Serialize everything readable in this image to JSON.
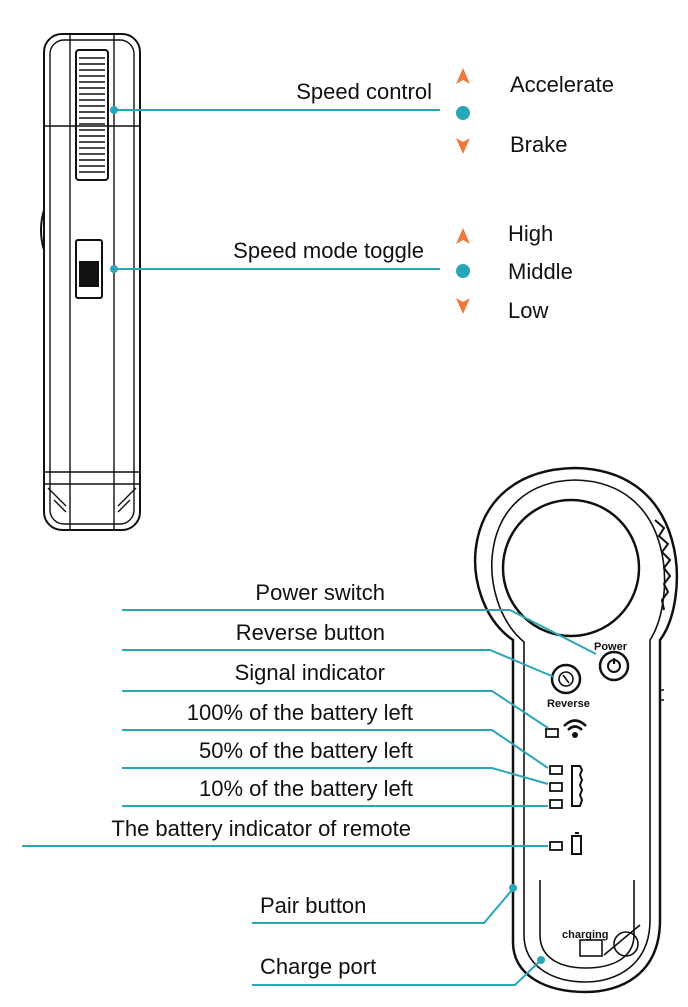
{
  "colors": {
    "leader": "#2aa6b8",
    "accent_up": "#f07a3a",
    "accent_dot": "#2aa6b8",
    "outline": "#111111"
  },
  "top_labels": {
    "speed_control": "Speed control",
    "speed_mode_toggle": "Speed mode toggle"
  },
  "speed_control_options": [
    {
      "icon": "up-arrow-icon",
      "label": "Accelerate"
    },
    {
      "icon": "dot-icon",
      "label": ""
    },
    {
      "icon": "down-arrow-icon",
      "label": "Brake"
    }
  ],
  "speed_mode_options": [
    {
      "icon": "up-arrow-icon",
      "label": "High"
    },
    {
      "icon": "dot-icon",
      "label": "Middle"
    },
    {
      "icon": "down-arrow-icon",
      "label": "Low"
    }
  ],
  "bottom_labels": {
    "power_switch": "Power switch",
    "reverse_button": "Reverse button",
    "signal_indicator": "Signal indicator",
    "battery_100": "100% of the battery left",
    "battery_50": "50% of the battery left",
    "battery_10": "10% of the battery left",
    "remote_battery": "The battery indicator of remote",
    "pair_button": "Pair button",
    "charge_port": "Charge port"
  },
  "device_text": {
    "power": "Power",
    "reverse": "Reverse",
    "charging": "charging"
  }
}
